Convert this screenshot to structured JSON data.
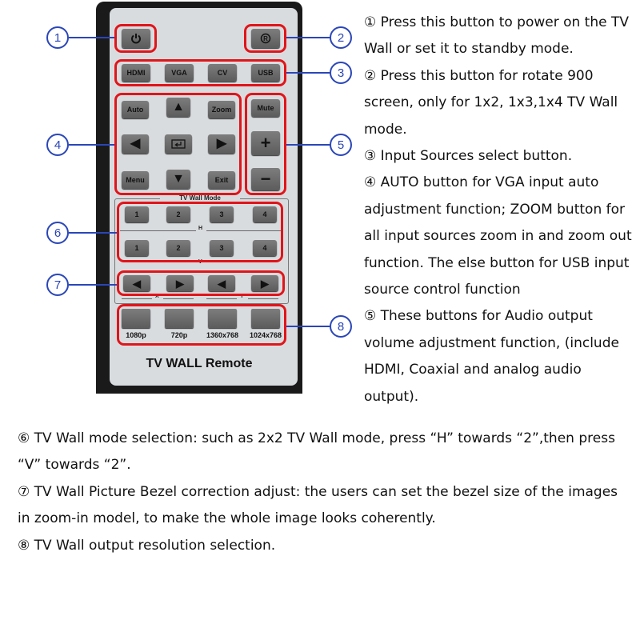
{
  "remote": {
    "power_icon": "power-icon",
    "rotate_icon": "rotate-icon",
    "sources": [
      "HDMI",
      "VGA",
      "CV",
      "USB"
    ],
    "nav": {
      "auto": "Auto",
      "zoom": "Zoom",
      "menu": "Menu",
      "exit": "Exit",
      "mute": "Mute",
      "plus": "+",
      "minus": "−"
    },
    "tv_wall_mode_title": "TV Wall Mode",
    "h_label": "H",
    "v_label": "V",
    "h_buttons": [
      "1",
      "2",
      "3",
      "4"
    ],
    "v_buttons": [
      "1",
      "2",
      "3",
      "4"
    ],
    "x_label": "X",
    "y_label": "Y",
    "resolutions": [
      "1080p",
      "720p",
      "1360x768",
      "1024x768"
    ],
    "brand": "TV WALL Remote"
  },
  "callouts": [
    "1",
    "2",
    "3",
    "4",
    "5",
    "6",
    "7",
    "8"
  ],
  "descriptions": [
    "① Press this button to power on the TV Wall or set it to standby mode.",
    "② Press this button for rotate 900 screen, only for 1x2, 1x3,1x4 TV Wall mode.",
    "③ Input Sources select button.",
    "④ AUTO button for VGA input auto adjustment function; ZOOM button for all input sources zoom in and zoom out function. The else button for USB input source control function",
    "⑤ These buttons for Audio output volume adjustment function, (include HDMI, Coaxial and analog audio output).",
    "⑥ TV Wall mode selection: such as 2x2 TV Wall mode, press “H” towards “2”,then press “V” towards “2”.",
    "⑦ TV Wall Picture Bezel correction adjust: the users can set the bezel size of the images in zoom-in model, to make the whole image looks coherently.",
    "⑧ TV Wall output resolution selection."
  ]
}
